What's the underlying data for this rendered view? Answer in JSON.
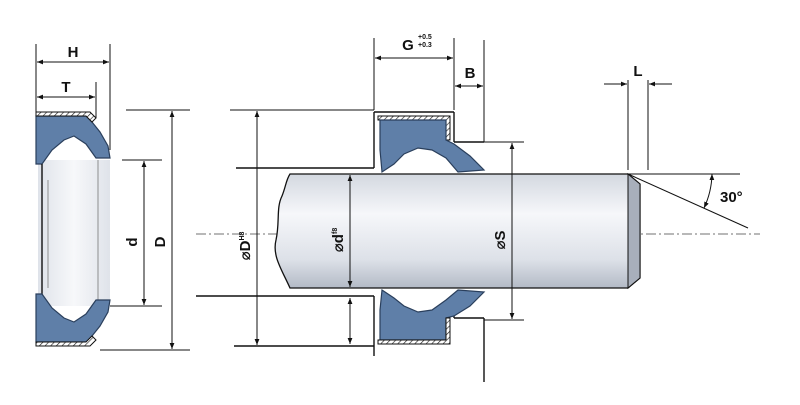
{
  "labels": {
    "H": "H",
    "T": "T",
    "d": "d",
    "D": "D",
    "G": "G",
    "G_tol_upper": "+0.5",
    "G_tol_lower": "+0.3",
    "B": "B",
    "L": "L",
    "angle": "30°",
    "phi_D": "⌀D",
    "phi_D_tol": "H8",
    "phi_d": "⌀d",
    "phi_d_tol": "f8",
    "phi_S": "⌀S"
  },
  "colors": {
    "seal_fill": "#5f7fa8",
    "seal_stroke": "#2a3f5c",
    "rod_light": "#f4f6f9",
    "rod_dark": "#b9c0cc",
    "line": "#111111"
  }
}
